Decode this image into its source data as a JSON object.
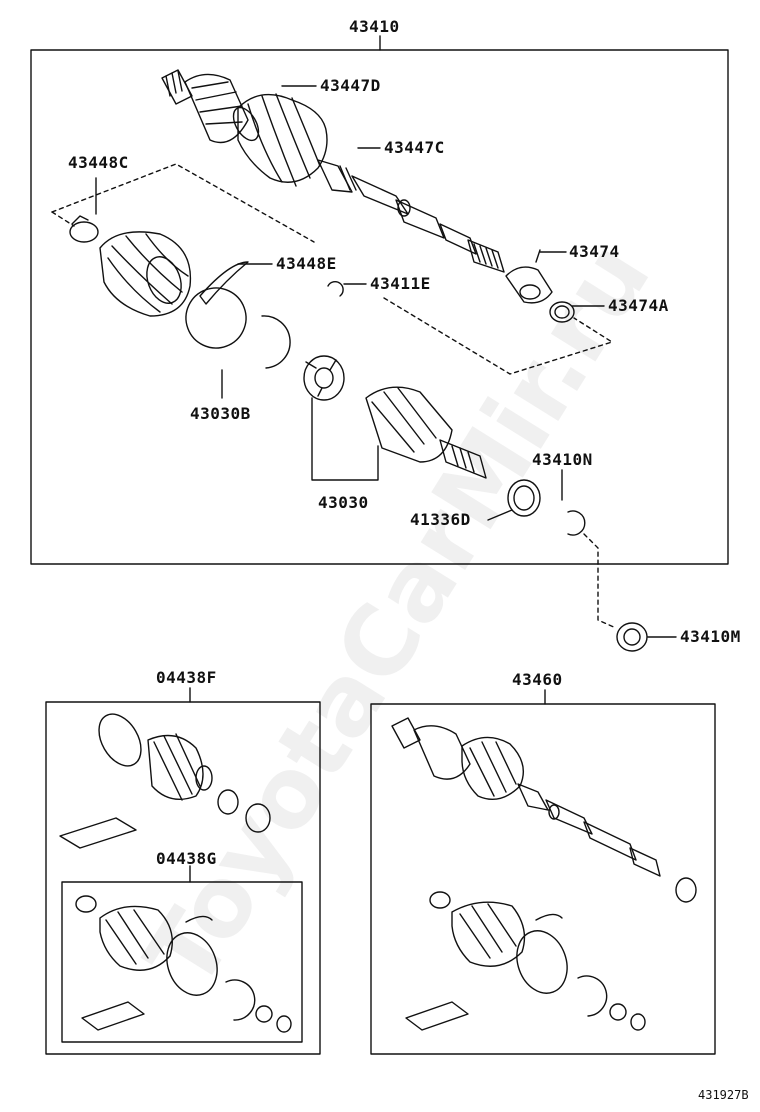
{
  "watermark": "ToyotaCarMir.ru",
  "diagram_code": "431927B",
  "callouts": {
    "c43410": "43410",
    "c43447D": "43447D",
    "c43447C": "43447C",
    "c43448C": "43448C",
    "c43448E": "43448E",
    "c43411E": "43411E",
    "c43474": "43474",
    "c43474A": "43474A",
    "c43030B": "43030B",
    "c43030": "43030",
    "c43410N": "43410N",
    "c41336D": "41336D",
    "c43410M": "43410M",
    "c04438F": "04438F",
    "c04438G": "04438G",
    "c43460": "43460"
  }
}
